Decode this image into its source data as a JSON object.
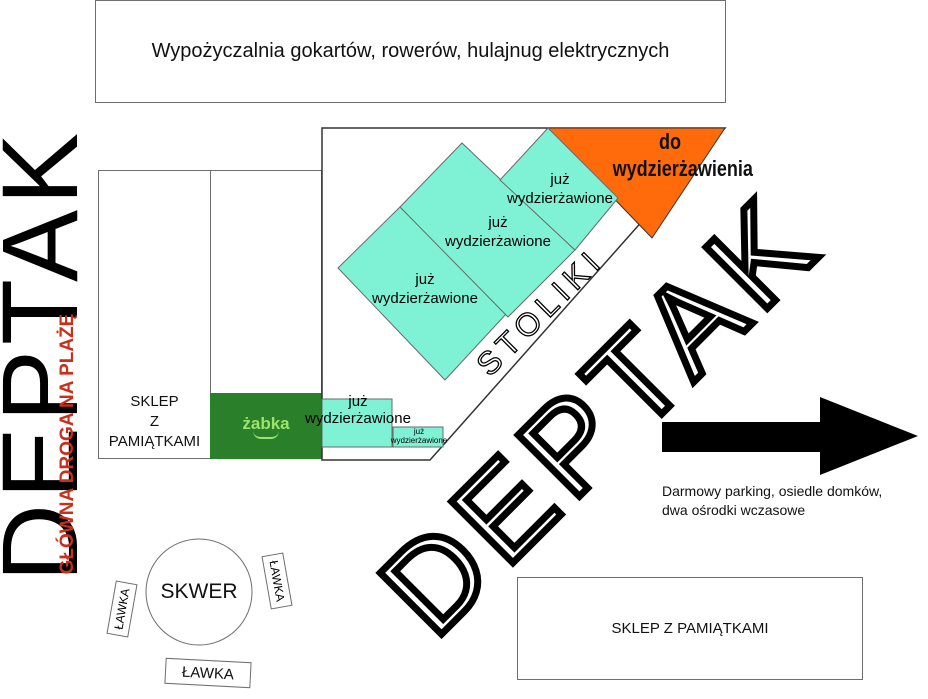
{
  "top_banner": "Wypożyczalnia gokartów, rowerów, hulajnug elektrycznych",
  "deptak_left": "DEPTAK",
  "main_road": "GŁÓWNA DROGA NA PLAŻĘ",
  "shop_left": {
    "line1": "SKLEP",
    "line2": "Z",
    "line3": "PAMIĄTKAMI"
  },
  "zabka": "żabka",
  "stoliki": "STOLIKI",
  "rented": {
    "word1": "już",
    "word2": "wydzierżawione"
  },
  "available": {
    "word1": "do",
    "word2": "wydzierżawienia"
  },
  "deptak_diagonal": "DEPTAK",
  "parking": {
    "line1": "Darmowy parking, osiedle domków,",
    "line2": "dwa ośrodki wczasowe"
  },
  "skwer": "SKWER",
  "bench": "ŁAWKA",
  "shop_bottom": "SKLEP Z PAMIĄTKAMI",
  "colors": {
    "rented": "#7ff2d5",
    "available": "#ff6a0b",
    "zabka": "#2a7f2a",
    "road_red": "#c8301c"
  }
}
